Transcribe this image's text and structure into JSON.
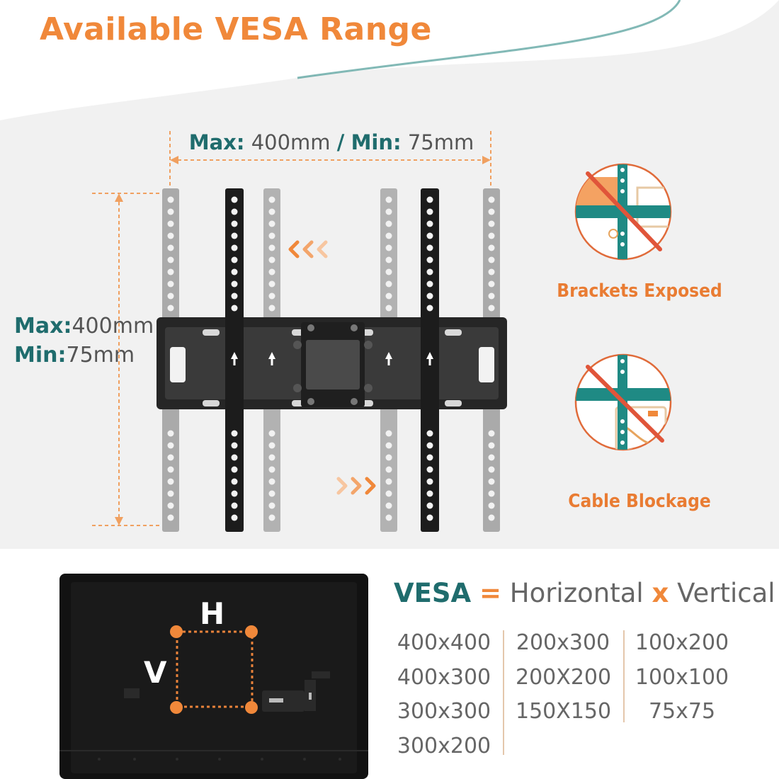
{
  "title": "Available VESA Range",
  "width_dimension": {
    "max_label": "Max:",
    "max_value": "400mm",
    "separator": "/",
    "min_label": "Min:",
    "min_value": "75mm"
  },
  "height_dimension": {
    "max_label": "Max:",
    "max_value": "400mm",
    "min_label": "Min:",
    "min_value": "75mm"
  },
  "warnings": [
    {
      "label": "Brackets Exposed",
      "icon": "bracket-exposed-prohibited-icon"
    },
    {
      "label": "Cable Blockage",
      "icon": "cable-blockage-prohibited-icon"
    }
  ],
  "tv_diagram": {
    "h_label": "H",
    "v_label": "V"
  },
  "formula": {
    "vesa": "VESA",
    "equals": "=",
    "horizontal": "Horizontal",
    "times": "x",
    "vertical": "Vertical"
  },
  "sizes": {
    "col1": [
      "400x400",
      "400x300",
      "300x300",
      "300x200"
    ],
    "col2": [
      "200x300",
      "200X200",
      "150X150"
    ],
    "col3": [
      "100x200",
      "100x100",
      "75x75"
    ]
  },
  "colors": {
    "accent_orange": "#f0883a",
    "teal": "#1f6c6d",
    "bracket_black": "#1c1c1c",
    "bracket_gray": "#a8a8a8"
  }
}
